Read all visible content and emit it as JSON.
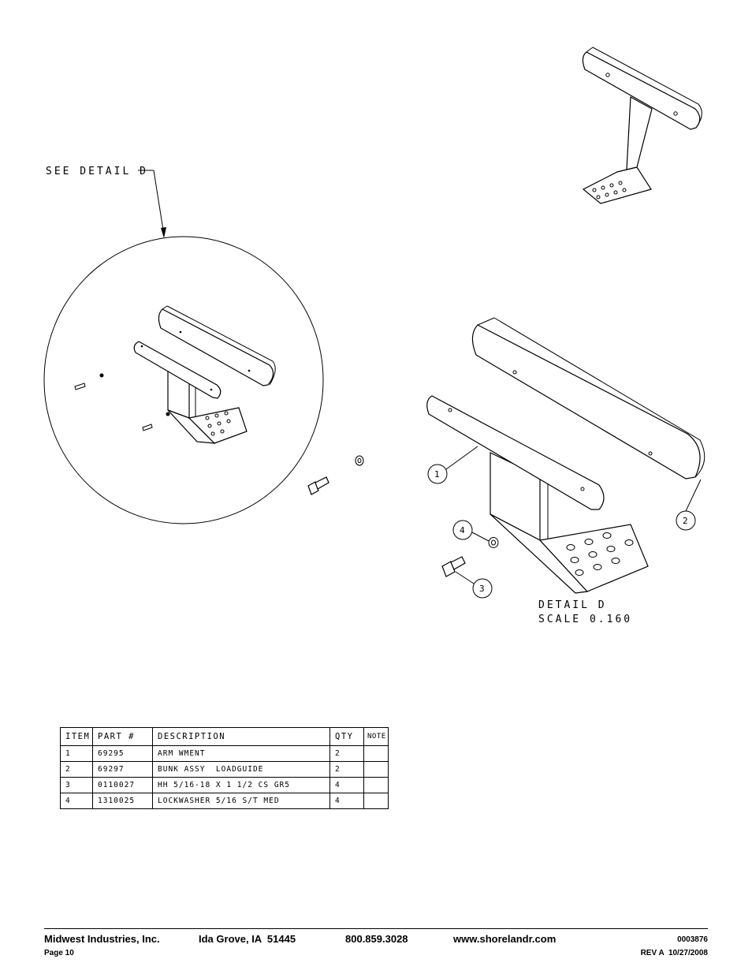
{
  "drawing": {
    "callout_see_detail": "SEE DETAIL D",
    "detail_title": "DETAIL D",
    "detail_scale": "SCALE 0.160",
    "balloons": [
      "1",
      "2",
      "3",
      "4"
    ]
  },
  "bom": {
    "headers": [
      "ITEM",
      "PART #",
      "DESCRIPTION",
      "QTY",
      "NOTE"
    ],
    "rows": [
      {
        "item": "1",
        "part": "69295",
        "description": "ARM WMENT",
        "qty": "2",
        "note": ""
      },
      {
        "item": "2",
        "part": "69297",
        "description": "BUNK ASSY  LOADGUIDE",
        "qty": "2",
        "note": ""
      },
      {
        "item": "3",
        "part": "0110027",
        "description": "HH 5/16-18 X 1 1/2 CS GR5",
        "qty": "4",
        "note": ""
      },
      {
        "item": "4",
        "part": "1310025",
        "description": "LOCKWASHER 5/16 S/T MED",
        "qty": "4",
        "note": ""
      }
    ]
  },
  "footer": {
    "company": "Midwest Industries, Inc.",
    "location": "Ida Grove, IA  51445",
    "phone": "800.859.3028",
    "website": "www.shorelandr.com",
    "doc_number": "0003876",
    "page": "Page 10",
    "revision": "REV A  10/27/2008"
  }
}
